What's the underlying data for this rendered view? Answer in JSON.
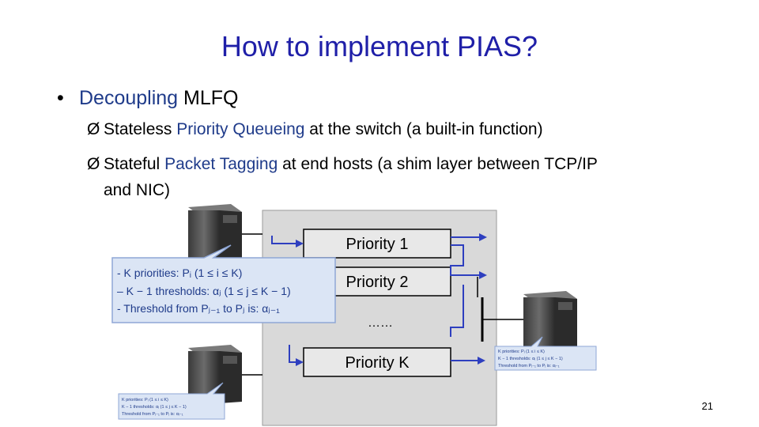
{
  "slide": {
    "title": "How to implement PIAS?",
    "bullet": {
      "marker": "•",
      "highlight": "Decoupling",
      "rest": " MLFQ"
    },
    "sub_items": [
      {
        "marker": "Ø",
        "pre": "Stateless ",
        "highlight": "Priority Queueing",
        "post": " at the switch (a built-in function)"
      },
      {
        "marker": "Ø",
        "pre": "Stateful ",
        "highlight": "Packet Tagging",
        "post": " at end hosts (a shim layer between TCP/IP",
        "cont": "and NIC)"
      }
    ],
    "page_number": "21"
  },
  "diagram": {
    "queues": [
      {
        "label": "Priority 1"
      },
      {
        "label": "Priority 2"
      },
      {
        "label": "……"
      },
      {
        "label": "Priority K"
      }
    ],
    "callout_main": {
      "lines": [
        "- K priorities: Pᵢ (1 ≤ i ≤ K)",
        "– K − 1 thresholds: αⱼ (1 ≤ j ≤ K − 1)",
        "- Threshold from Pⱼ₋₁ to Pⱼ is: αⱼ₋₁"
      ]
    },
    "callout_small": {
      "lines": [
        "K priorities: Pᵢ (1 ≤ i ≤ K)",
        "K − 1 thresholds: αⱼ (1 ≤ j ≤ K − 1)",
        "Threshold from Pⱼ₋₁ to Pⱼ is: αⱼ₋₁"
      ]
    },
    "colors": {
      "switch_fill": "#d9d9d9",
      "queue_fill": "#e8e8e8",
      "arrow_blue": "#2e3fbf",
      "callout_fill": "#dbe5f5",
      "callout_text": "#1f3b8a"
    }
  }
}
